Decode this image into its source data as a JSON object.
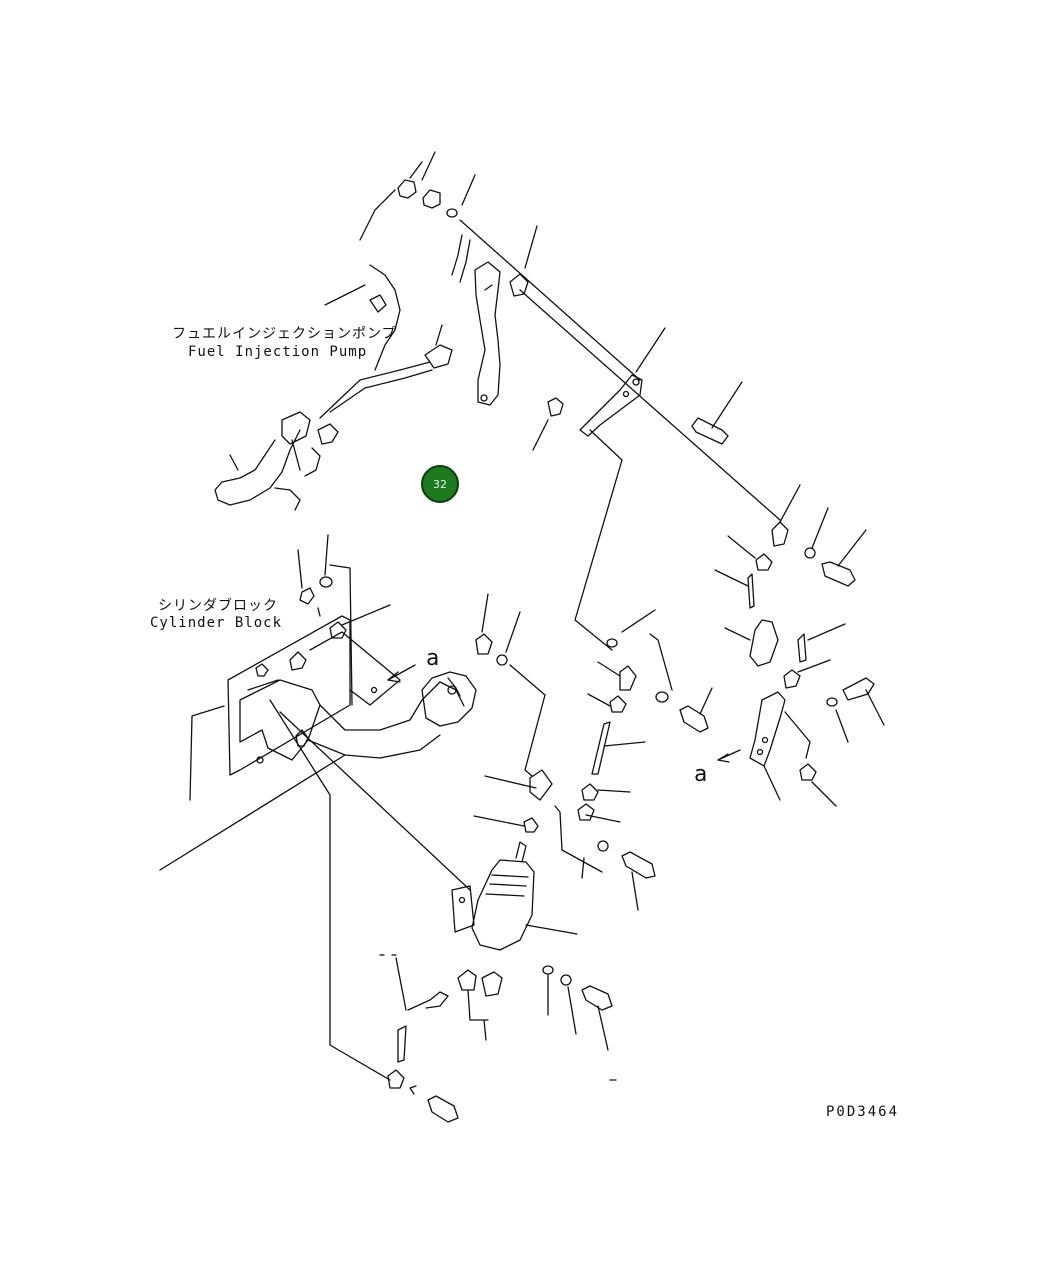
{
  "labels": {
    "fuel_pump_jp": "フュエルインジェクションポンプ",
    "fuel_pump_en": "Fuel Injection Pump",
    "cyl_block_jp": "シリンダブロック",
    "cyl_block_en": "Cylinder Block",
    "view_a_upper": "a",
    "view_a_lower": "a"
  },
  "callout": {
    "number": "32"
  },
  "drawing_code": "P0D3464",
  "colors": {
    "line": "#111111",
    "callout_fill": "#1e7a1e"
  }
}
